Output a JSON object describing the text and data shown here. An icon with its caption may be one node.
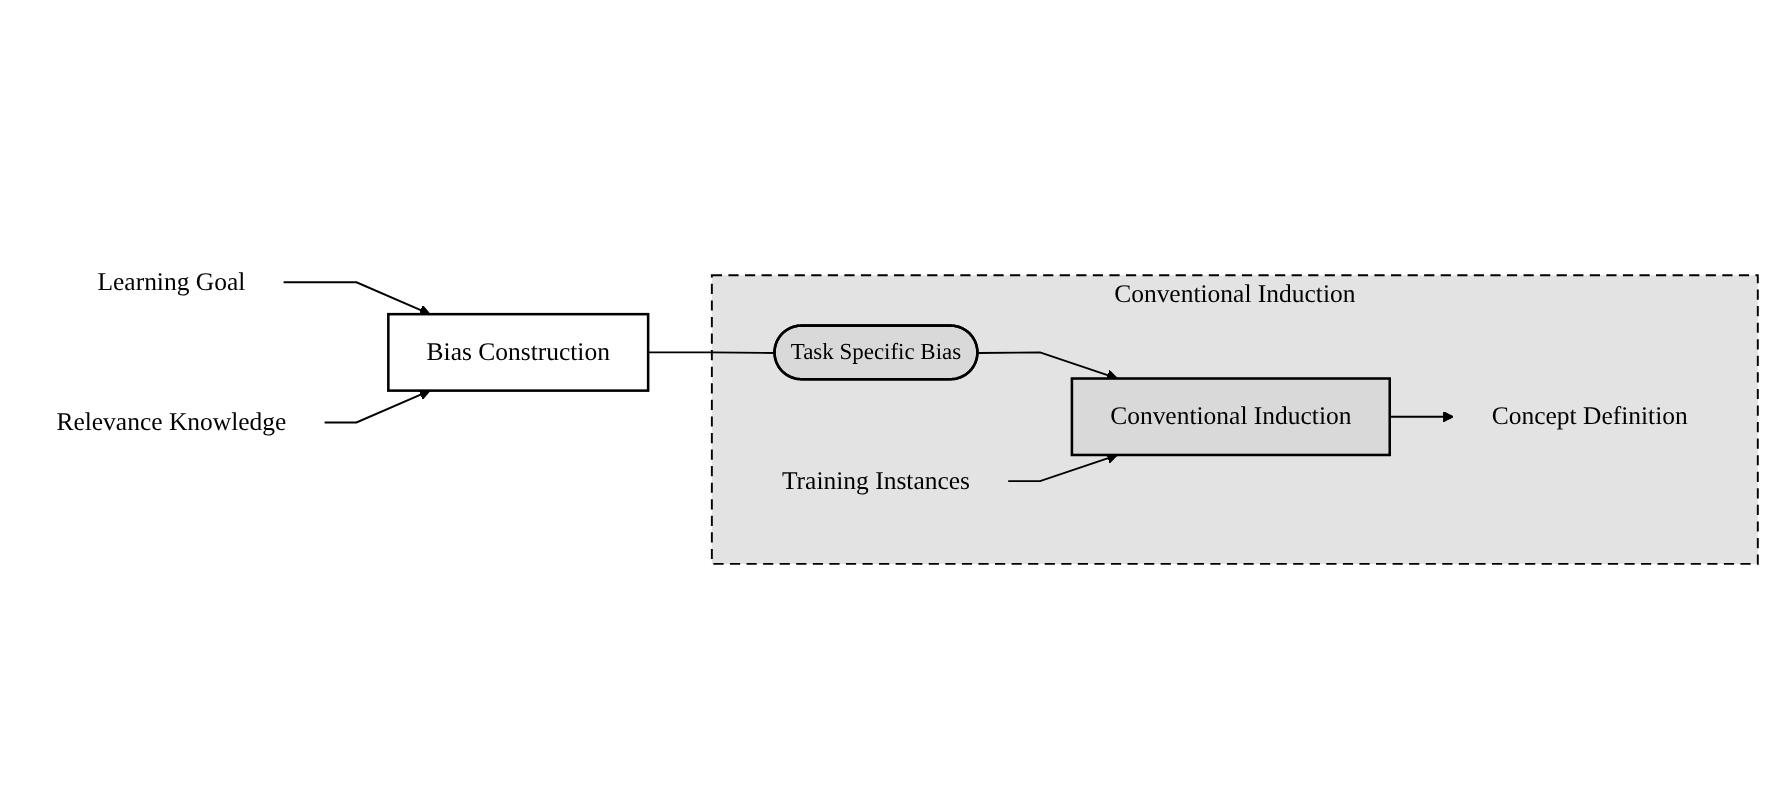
{
  "diagram": {
    "nodes": [
      {
        "text": [
          "Learning Goal"
        ]
      },
      {
        "text": [
          "Bias Construction"
        ]
      },
      {
        "text": [
          "Relevance Knowledge"
        ]
      },
      {
        "text": [
          "Conventional Induction"
        ]
      },
      {
        "text": [
          "Task Specific Bias"
        ],
        "in": 3
      },
      {
        "text": [
          "Training Instances"
        ],
        "in": 3
      },
      {
        "text": [
          "Conventional Induction"
        ],
        "in": 3
      },
      {
        "text": [
          "Concept Definition"
        ],
        "in": 3
      }
    ],
    "edges": [
      {
        "from": 0,
        "to": 1,
        "arrow": "to"
      },
      {
        "from": 2,
        "to": 1,
        "arrow": "to"
      },
      {
        "from": 1,
        "to": 4,
        "arrow": "none"
      },
      {
        "from": 4,
        "to": 6,
        "arrow": "to"
      },
      {
        "from": 5,
        "to": 6,
        "arrow": "to"
      },
      {
        "from": 6,
        "to": 7,
        "arrow": "to"
      }
    ]
  }
}
